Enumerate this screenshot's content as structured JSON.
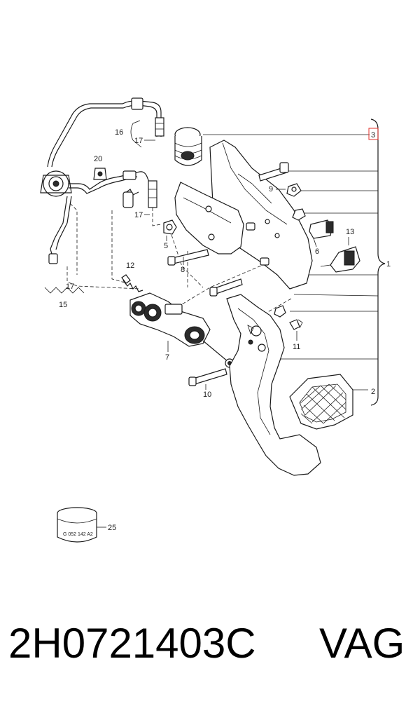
{
  "callouts": {
    "c1": "1",
    "c2": "2",
    "c3": "3",
    "c5": "5",
    "c6": "6",
    "c7": "7",
    "c8": "8",
    "c9": "9",
    "c10": "10",
    "c11": "11",
    "c12": "12",
    "c13": "13",
    "c15": "15",
    "c16": "16",
    "c17a": "17",
    "c17b": "17",
    "c17c": "17",
    "c20": "20",
    "c25": "25"
  },
  "bush_marking": "G 052 142 A2",
  "highlight_color": "#e0302a",
  "footer": {
    "part_number": "2H0721403C",
    "brand": "VAG"
  }
}
